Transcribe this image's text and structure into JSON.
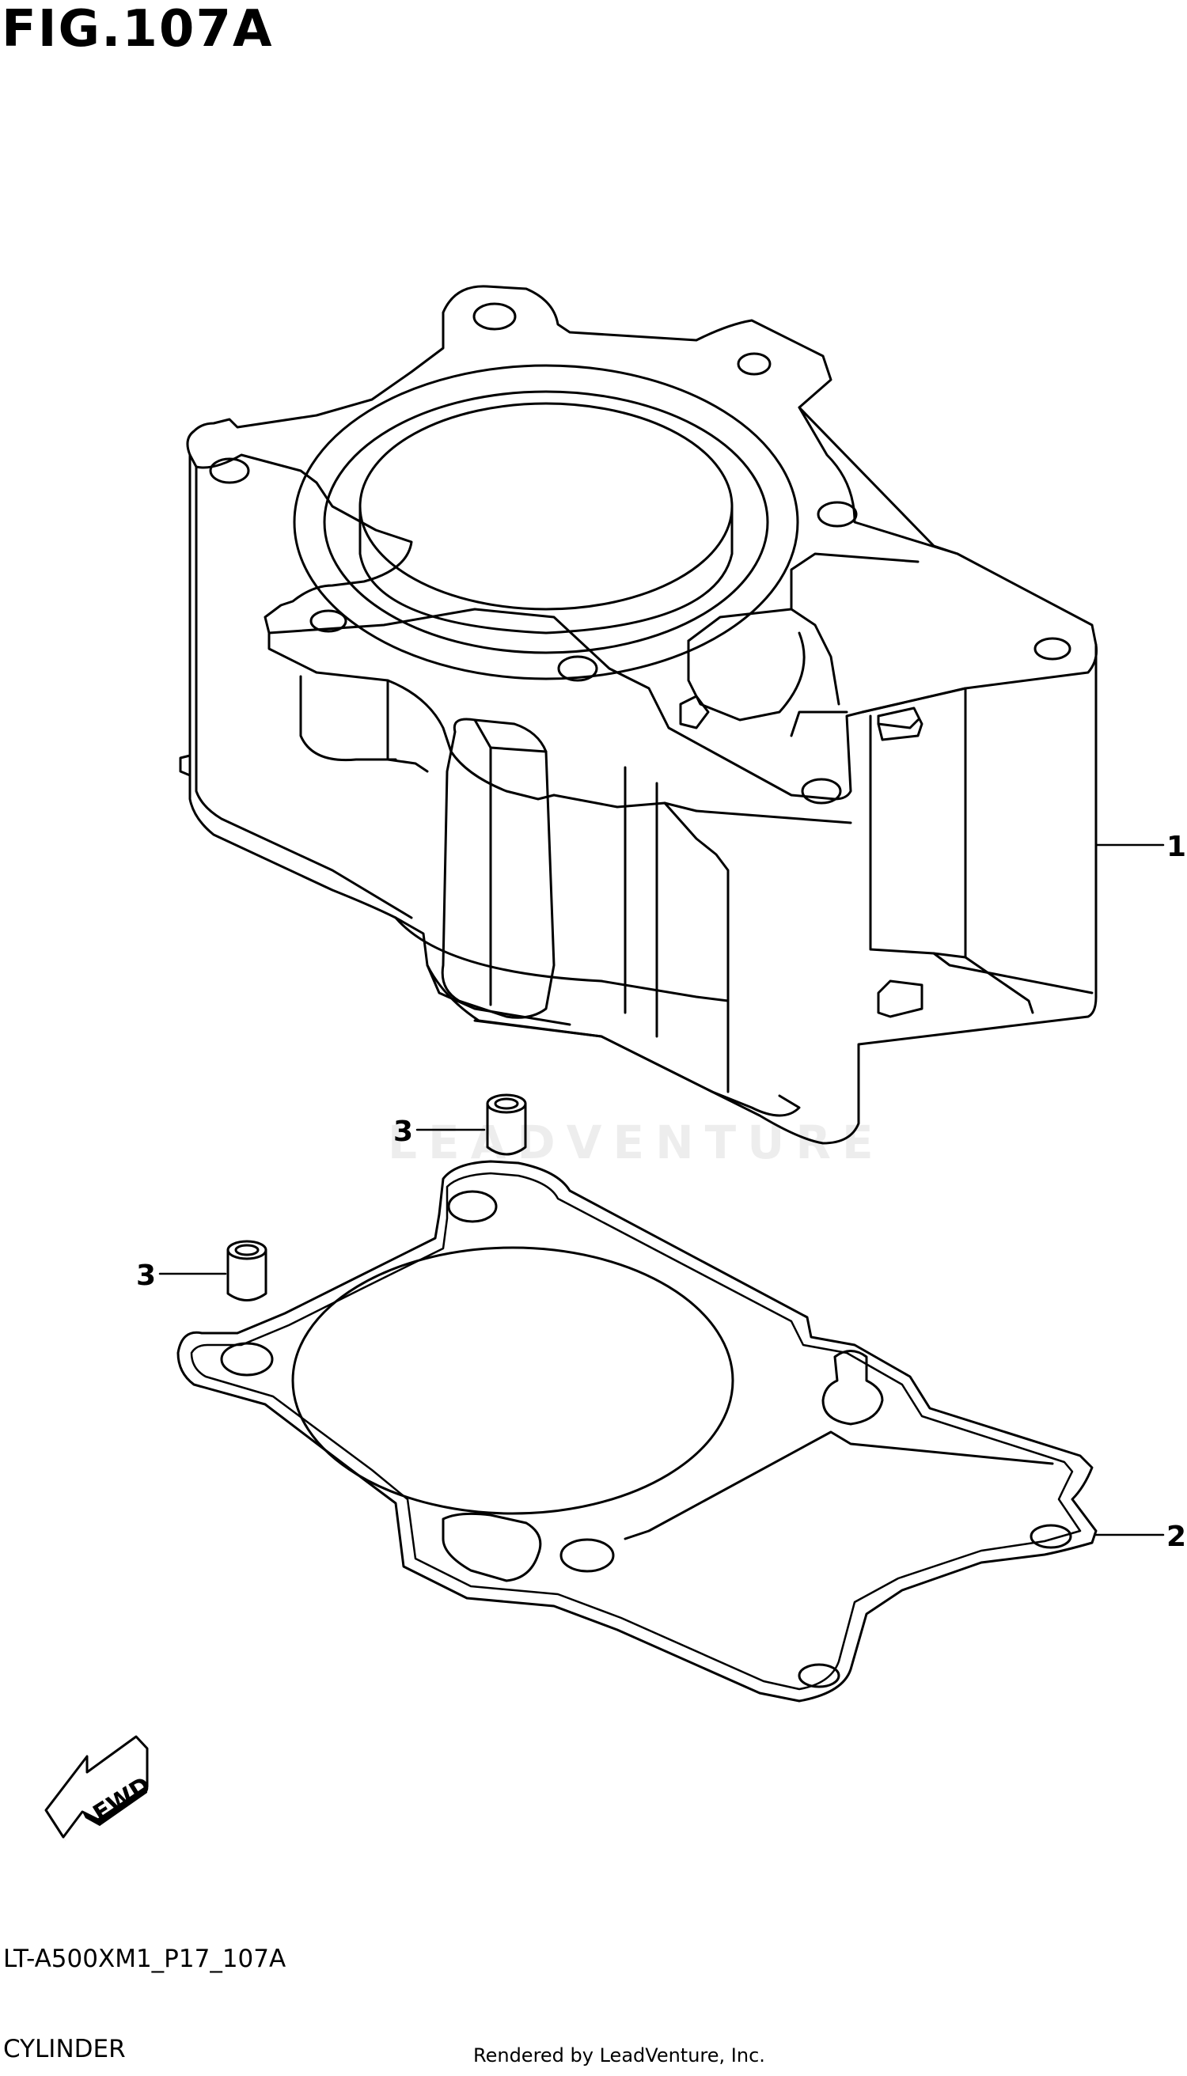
{
  "figure": {
    "title": "FIG.107A"
  },
  "callouts": {
    "cylinder": "1",
    "gasket": "2",
    "dowel_upper": "3",
    "dowel_lower": "3"
  },
  "fwd_label": "FWD",
  "watermark": "LEADVENTURE",
  "footer": {
    "model_code": "LT-A500XM1_P17_107A",
    "section_name": "CYLINDER",
    "rendered_by": "Rendered by LeadVenture, Inc."
  }
}
